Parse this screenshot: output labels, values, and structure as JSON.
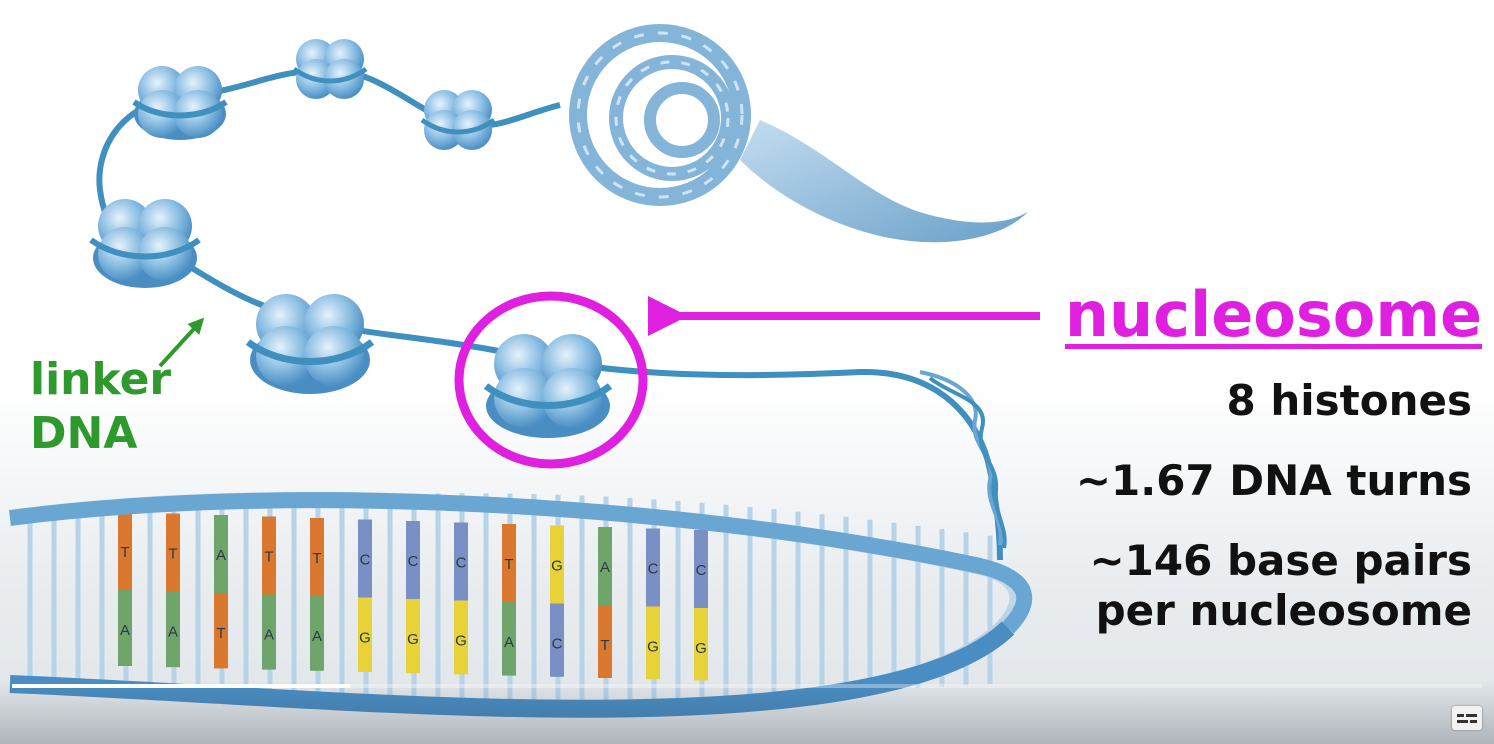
{
  "labels": {
    "linker_line1": "linker",
    "linker_line2": "DNA",
    "nucleosome_title": "nucleosome",
    "stats": [
      "8 histones",
      "~1.67 DNA turns",
      "~146 base pairs",
      "per nucleosome"
    ]
  },
  "base_pairs": [
    {
      "top": "T",
      "bottom": "A",
      "top_color": "#d9782e",
      "bottom_color": "#6fa56a"
    },
    {
      "top": "T",
      "bottom": "A",
      "top_color": "#d9782e",
      "bottom_color": "#6fa56a"
    },
    {
      "top": "A",
      "bottom": "T",
      "top_color": "#6fa56a",
      "bottom_color": "#d9782e"
    },
    {
      "top": "T",
      "bottom": "A",
      "top_color": "#d9782e",
      "bottom_color": "#6fa56a"
    },
    {
      "top": "T",
      "bottom": "A",
      "top_color": "#d9782e",
      "bottom_color": "#6fa56a"
    },
    {
      "top": "C",
      "bottom": "G",
      "top_color": "#7a8fc4",
      "bottom_color": "#e8d23a"
    },
    {
      "top": "C",
      "bottom": "G",
      "top_color": "#7a8fc4",
      "bottom_color": "#e8d23a"
    },
    {
      "top": "C",
      "bottom": "G",
      "top_color": "#7a8fc4",
      "bottom_color": "#e8d23a"
    },
    {
      "top": "T",
      "bottom": "A",
      "top_color": "#d9782e",
      "bottom_color": "#6fa56a"
    },
    {
      "top": "G",
      "bottom": "C",
      "top_color": "#e8d23a",
      "bottom_color": "#7a8fc4"
    },
    {
      "top": "A",
      "bottom": "T",
      "top_color": "#6fa56a",
      "bottom_color": "#d9782e"
    },
    {
      "top": "C",
      "bottom": "G",
      "top_color": "#7a8fc4",
      "bottom_color": "#e8d23a"
    },
    {
      "top": "C",
      "bottom": "G",
      "top_color": "#7a8fc4",
      "bottom_color": "#e8d23a"
    }
  ],
  "colors": {
    "nucleosome_highlight": "#e020e0",
    "linker_label": "#2e9a2e",
    "dna_strand": "#3f8fbf",
    "histone": "#7fb4dc",
    "backbone": "#6aa6d2"
  },
  "video": {
    "progress": 0.23,
    "captions_icon": "closed-captions-icon"
  }
}
